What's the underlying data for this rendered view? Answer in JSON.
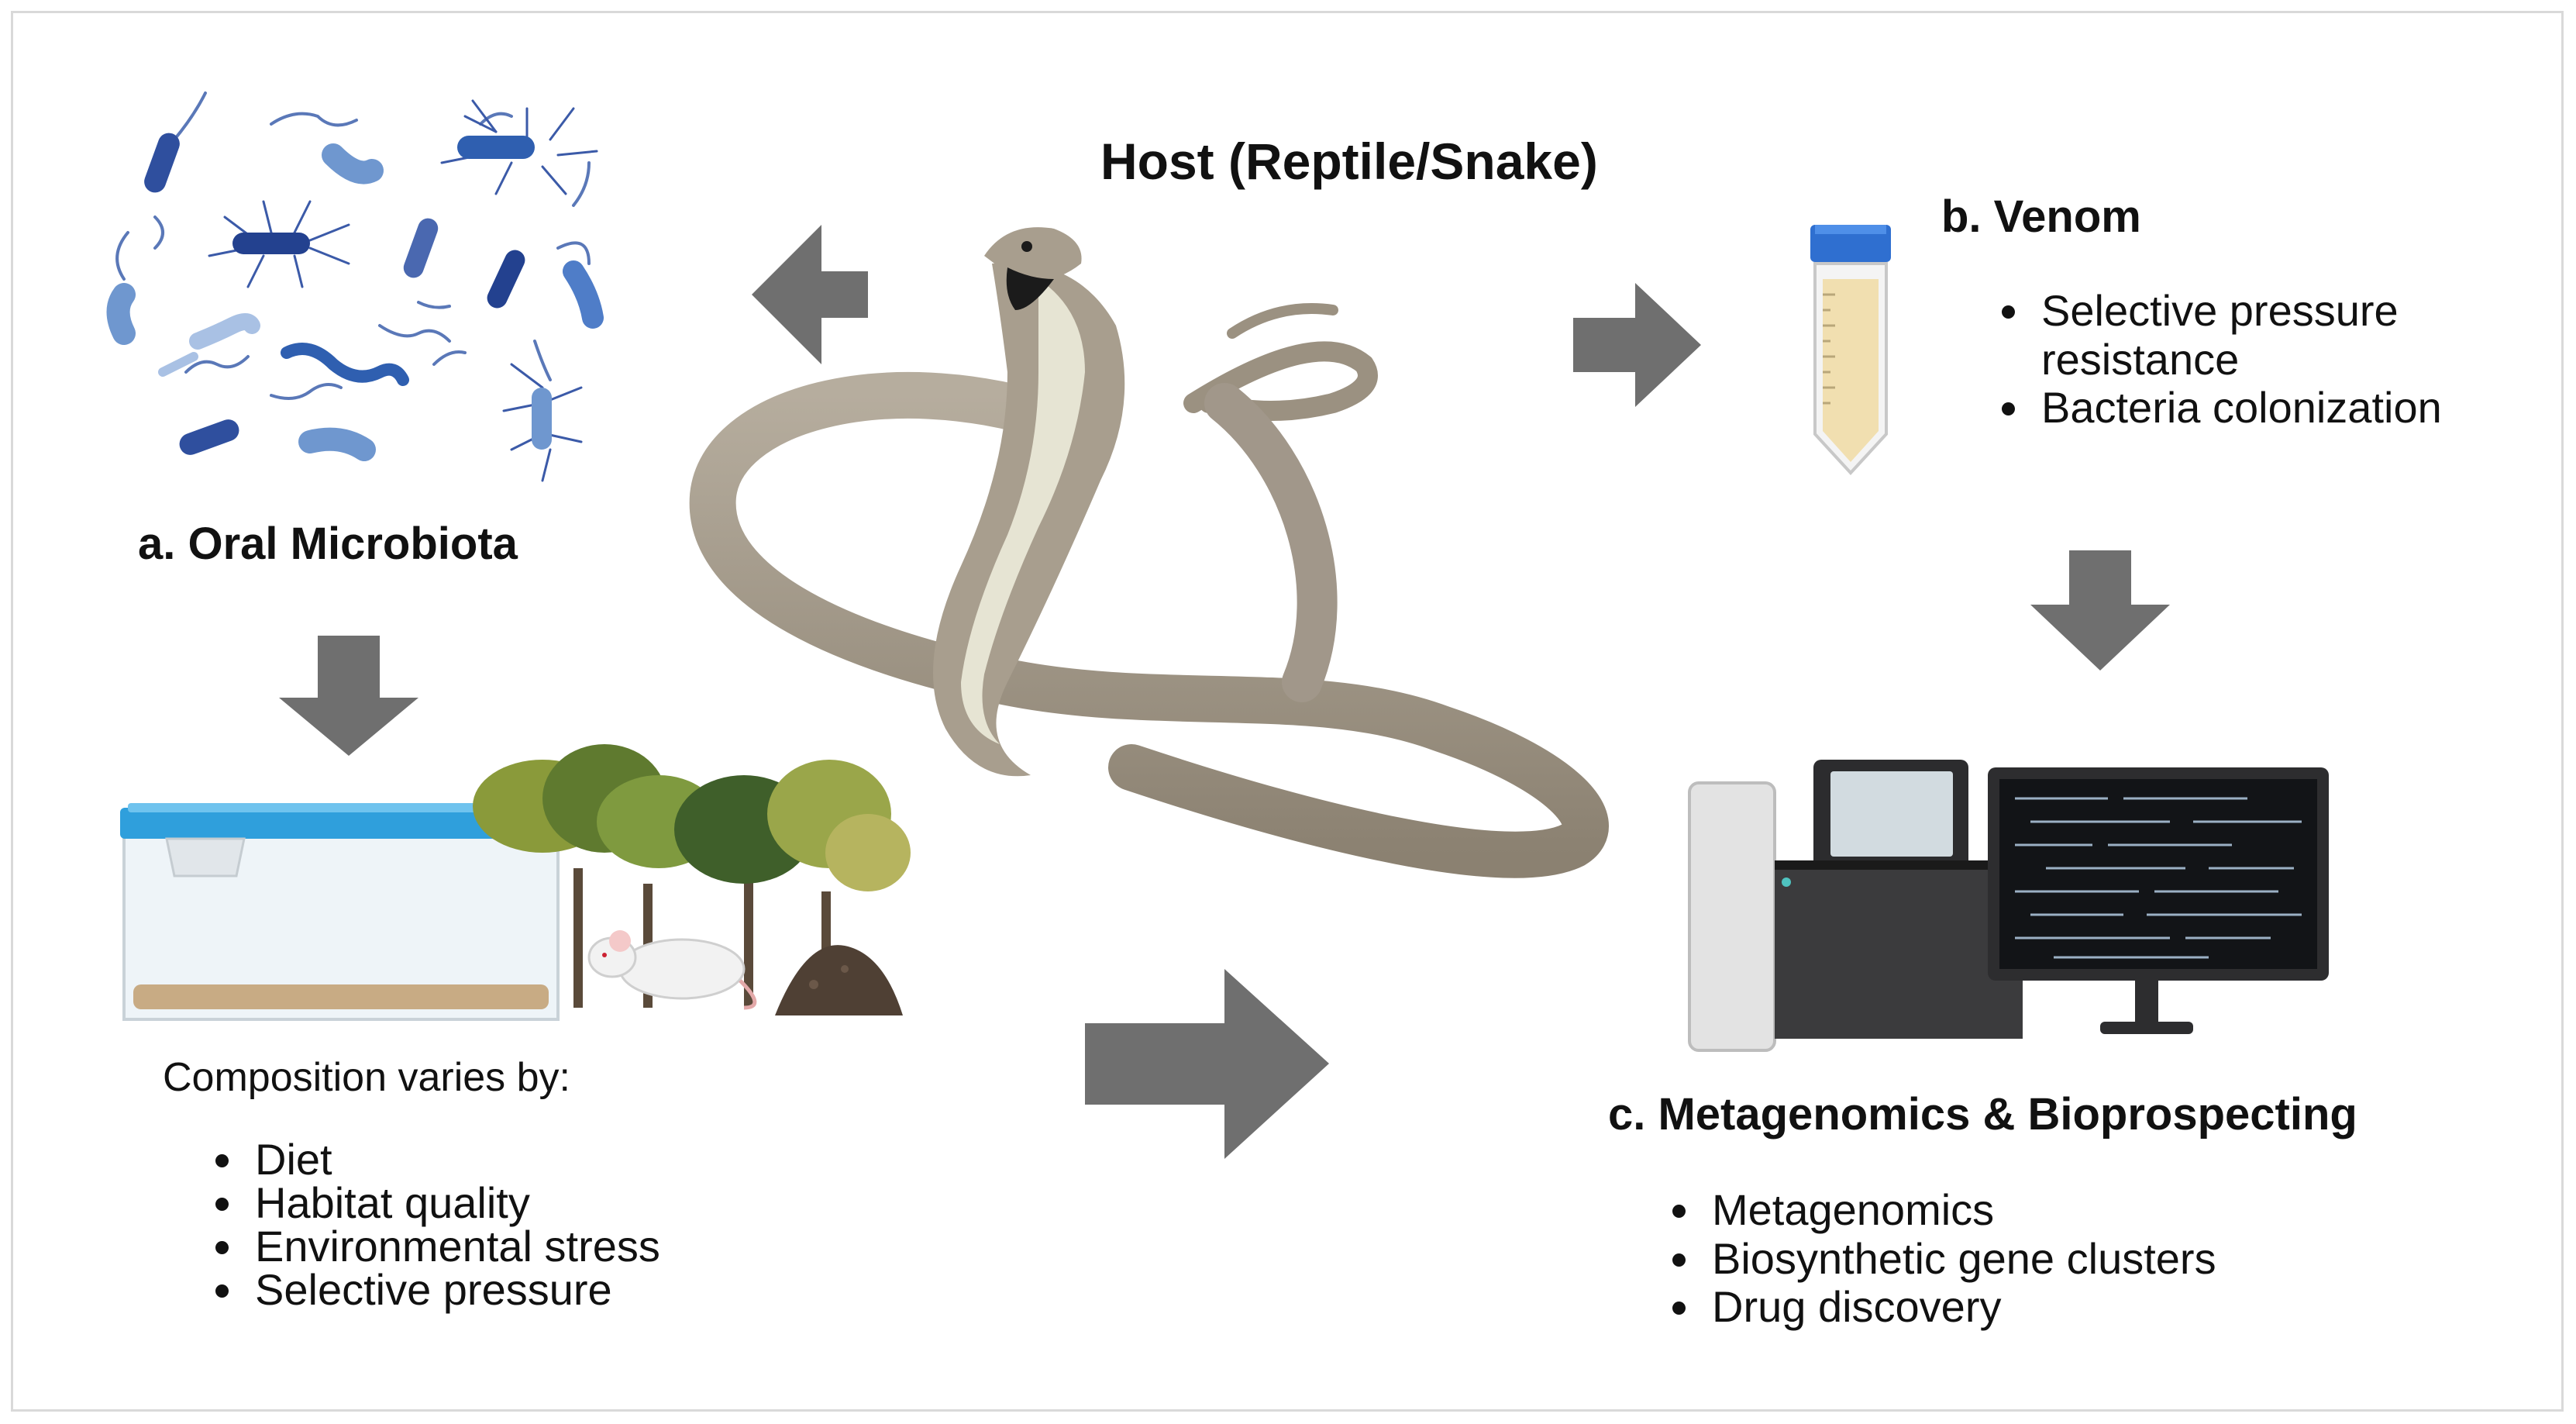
{
  "host": {
    "title": "Host (Reptile/Snake)"
  },
  "oral": {
    "title": "a. Oral Microbiota",
    "lead": "Composition varies by:",
    "items": [
      "Diet",
      "Habitat quality",
      "Environmental stress",
      "Selective pressure"
    ]
  },
  "venom": {
    "title": "b. Venom",
    "items": [
      "Selective pressure",
      "resistance",
      "Bacteria colonization"
    ]
  },
  "meta": {
    "title": "c. Metagenomics & Bioprospecting",
    "items": [
      "Metagenomics",
      "Biosynthetic gene clusters",
      "Drug discovery"
    ]
  },
  "colors": {
    "arrow": "#6f6f6f",
    "snake_body": "#a89e8e",
    "snake_belly": "#e6e4d3",
    "bacteria_dark": "#2f4f9e",
    "bacteria_light": "#6f97cf",
    "tube_cap": "#2f6fd0",
    "tube_fluid": "#f1dfb0",
    "lid": "#2f9fdc",
    "sequencer": "#3b3b3d",
    "screen": "#121417"
  },
  "icons": [
    "bacteria-icon",
    "snake-icon",
    "tube-icon",
    "terrarium-icon",
    "tree-icon",
    "mouse-icon",
    "soil-icon",
    "sequencer-icon",
    "monitor-icon",
    "arrow-icon"
  ]
}
